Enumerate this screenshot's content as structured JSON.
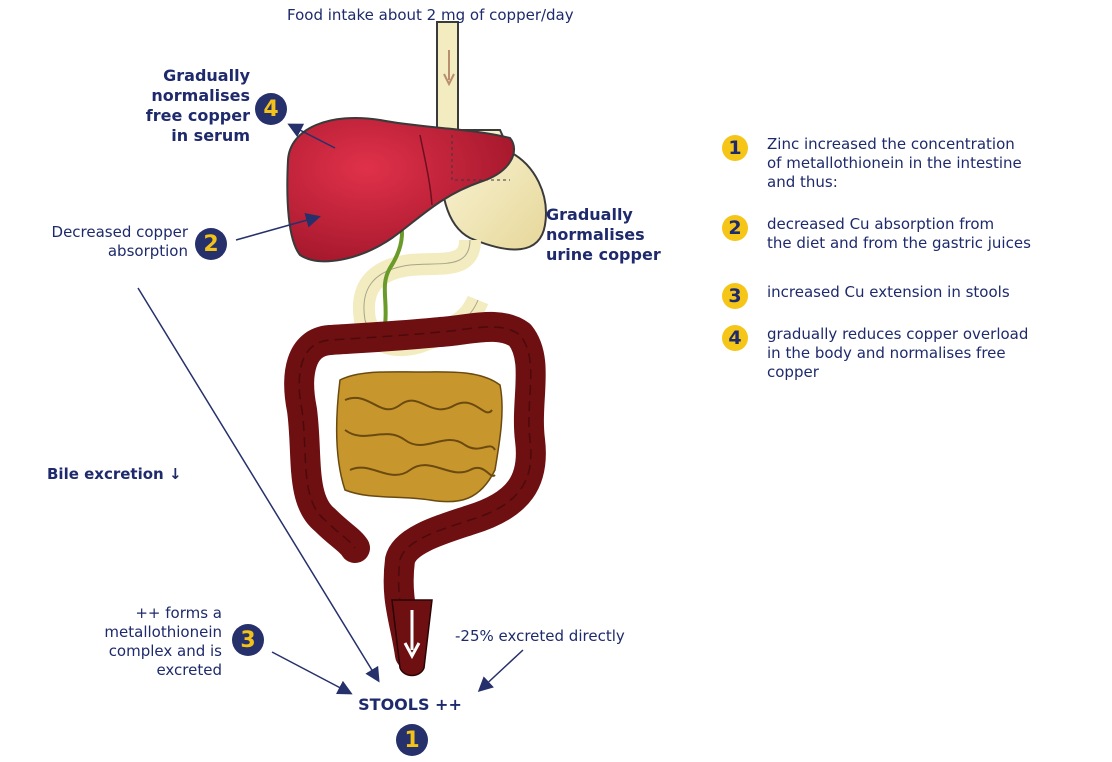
{
  "top_caption": "Food intake about 2 mg of copper/day",
  "labels": {
    "free_copper": [
      "Gradually",
      "normalises",
      "free copper",
      "in serum"
    ],
    "urine_copper": [
      "Gradually",
      "normalises",
      "urine copper"
    ],
    "decreased_absorption": [
      "Decreased copper",
      "absorption"
    ],
    "bile_excretion": "Bile excretion ↓",
    "metallothionein": [
      "++ forms a",
      "metallothionein",
      "complex and is",
      "excreted"
    ],
    "excreted_directly": "-25% excreted directly",
    "stools": "STOOLS ++"
  },
  "badges": {
    "free_copper": "4",
    "decreased_absorption": "2",
    "metallothionein": "3",
    "stools": "1"
  },
  "legend": [
    {
      "num": "1",
      "text": [
        "Zinc increased the concentration",
        "of metallothionein in the intestine",
        "and thus:"
      ]
    },
    {
      "num": "2",
      "text": [
        "decreased Cu absorption from",
        "the diet and from the gastric juices"
      ]
    },
    {
      "num": "3",
      "text": [
        "increased Cu extension in stools"
      ]
    },
    {
      "num": "4",
      "text": [
        "gradually reduces copper overload",
        "in the body and normalises free",
        "copper"
      ]
    }
  ],
  "colors": {
    "navy": "#26306b",
    "gold": "#f5c518",
    "liver": "#c8213a",
    "colon": "#6e0f12",
    "small_intestine": "#b8860b",
    "stomach": "#f3ecc0"
  }
}
